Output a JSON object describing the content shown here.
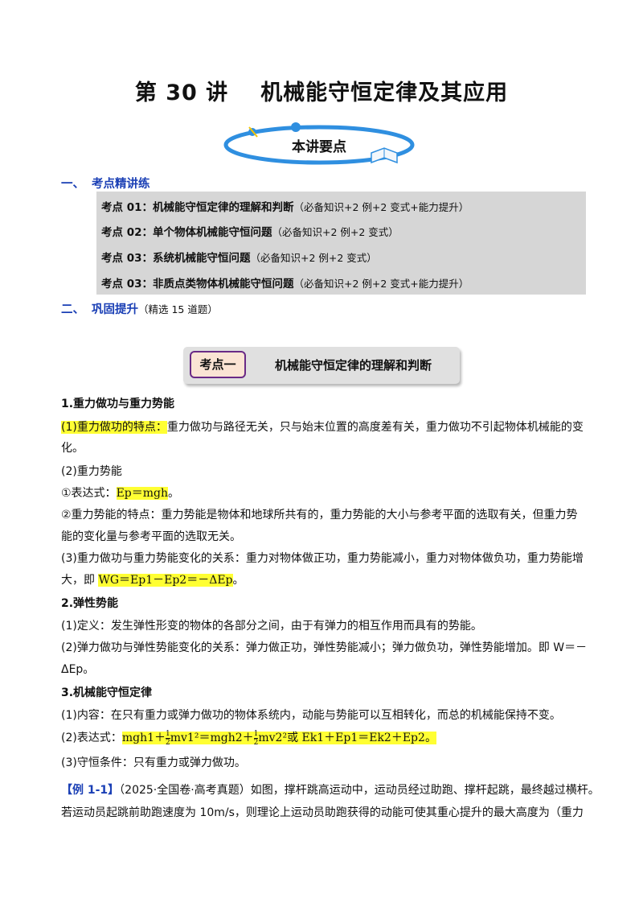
{
  "title": {
    "part1": "第 30 讲",
    "part2": "机械能守恒定律及其应用"
  },
  "banner": {
    "label": "本讲要点"
  },
  "section1": {
    "num": "一、",
    "label": "考点精讲练"
  },
  "points": [
    {
      "tag": "考点 01：机械能守恒定律的理解和判断",
      "detail": "（必备知识+2 例+2 变式+能力提升）"
    },
    {
      "tag": "考点 02：单个物体机械能守恒问题",
      "detail": "（必备知识+2 例+2 变式）"
    },
    {
      "tag": "考点 03：系统机械能守恒问题",
      "detail": "（必备知识+2 例+2 变式）"
    },
    {
      "tag": "考点 03：非质点类物体机械能守恒问题",
      "detail": "（必备知识+2 例+2 变式+能力提升）"
    }
  ],
  "section2": {
    "num": "二、",
    "label": "巩固提升",
    "note": "（精选 15 道题）"
  },
  "kaodian": {
    "badge": "考点一",
    "title": "机械能守恒定律的理解和判断"
  },
  "content": {
    "h1": "1.重力做功与重力势能",
    "p1_hl": "(1)重力做功的特点：",
    "p1_a": "重力做功与路径无关，只与始末位置的高度差有关，重力做功不引起物体机械能的变",
    "p1_b": "化。",
    "p2": "(2)重力势能",
    "p3_label": "①表达式：",
    "p3_formula": "Ep＝mgh",
    "p3_end": "。",
    "p4_a": "②重力势能的特点：重力势能是物体和地球所共有的，重力势能的大小与参考平面的选取有关，但重力势",
    "p4_b": "能的变化量与参考平面的选取无关。",
    "p5_a": "(3)重力做功与重力势能变化的关系：重力对物体做正功，重力势能减小，重力对物体做负功，重力势能增",
    "p5_b_label": "大，即 ",
    "p5_b_formula": "WG＝Ep1－Ep2＝－ΔEp",
    "p5_b_end": "。",
    "h2": "2.弹性势能",
    "p6": "(1)定义：发生弹性形变的物体的各部分之间，由于有弹力的相互作用而具有的势能。",
    "p7_a": "(2)弹力做功与弹性势能变化的关系：弹力做正功，弹性势能减小；弹力做负功，弹性势能增加。即 W＝－",
    "p7_b": "ΔEp。",
    "h3": "3.机械能守恒定律",
    "p8": "(1)内容：在只有重力或弹力做功的物体系统内，动能与势能可以互相转化，而总的机械能保持不变。",
    "p9_label": "(2)表达式：",
    "p9_f1": "mgh1＋",
    "p9_f2": "mv1²＝mgh2＋",
    "p9_f3": "mv2²",
    "p9_or": "或 ",
    "p9_f4": "Ek1＋Ep1＝Ek2＋Ep2",
    "p9_end": "。",
    "frac_num": "1",
    "frac_den": "2",
    "p10": "(3)守恒条件：只有重力或弹力做功。",
    "ex_tag": "【例 1-1】",
    "ex_a": "（2025·全国卷·高考真题）如图，撑杆跳高运动中，运动员经过助跑、撑杆起跳，最终越过横杆。",
    "ex_b": "若运动员起跳前助跑速度为 10m/s，则理论上运动员助跑获得的动能可使其重心提升的最大高度为（重力"
  }
}
